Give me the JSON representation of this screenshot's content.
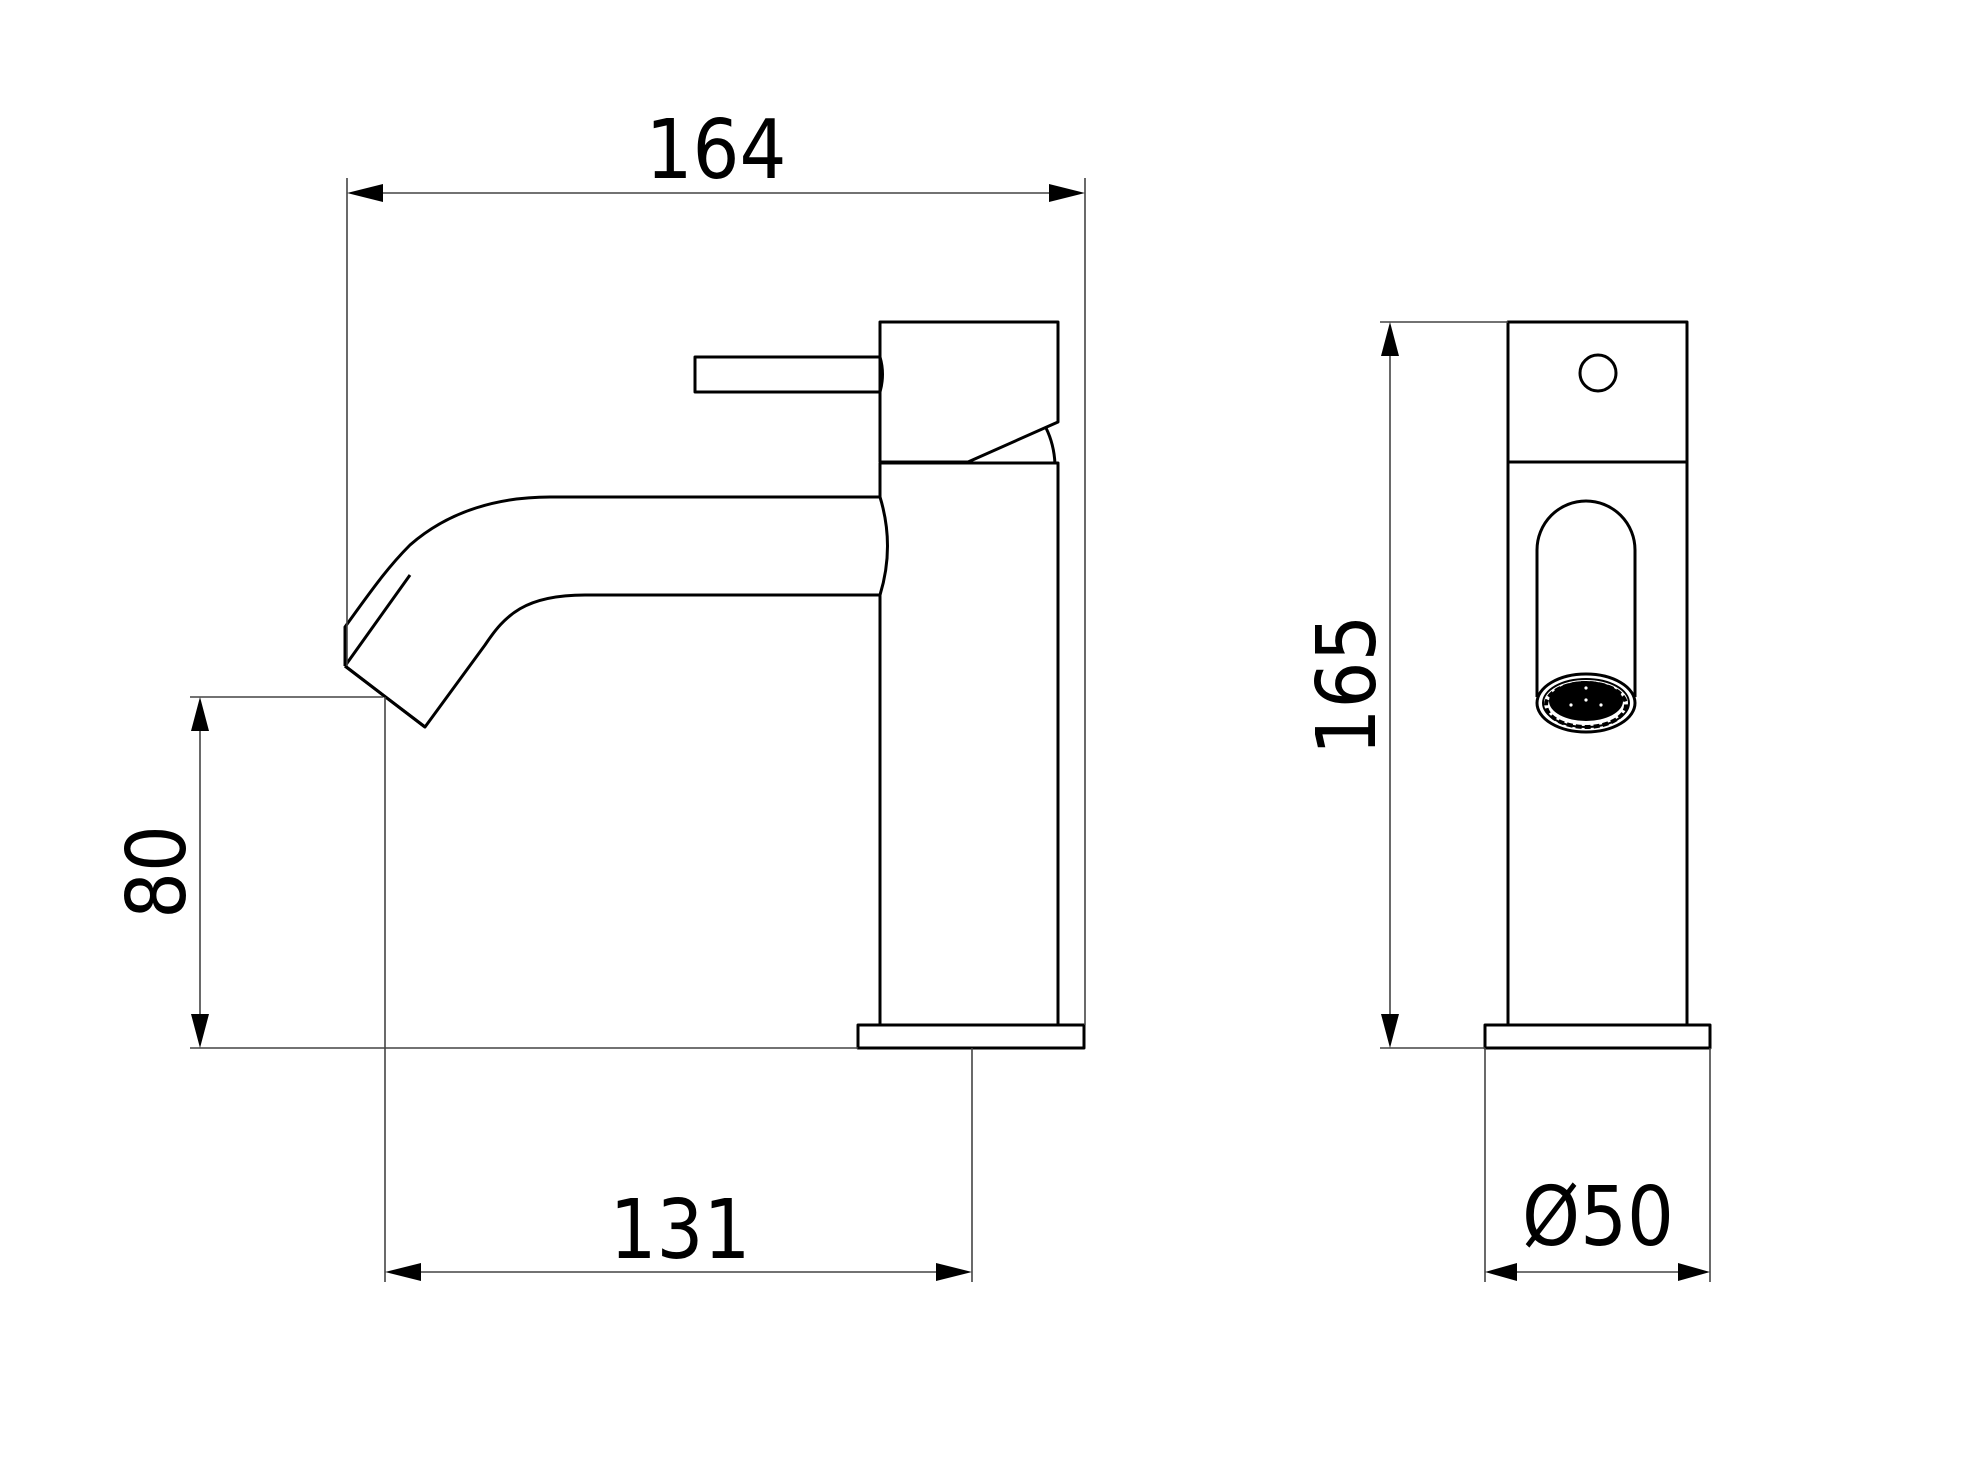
{
  "drawing": {
    "title": "Basin mixer tap dimensional drawing",
    "units": "mm",
    "colors": {
      "line": "#000000",
      "dimension_line": "#444444",
      "background": "#ffffff"
    }
  },
  "dimensions": {
    "overall_width": {
      "label": "164",
      "value": 164,
      "orientation": "horizontal",
      "view": "front"
    },
    "spout_height": {
      "label": "80",
      "value": 80,
      "orientation": "vertical",
      "view": "front"
    },
    "spout_reach": {
      "label": "131",
      "value": 131,
      "orientation": "horizontal",
      "view": "front"
    },
    "overall_height": {
      "label": "165",
      "value": 165,
      "orientation": "vertical",
      "view": "side"
    },
    "base_diameter": {
      "label": "Ø50",
      "value": 50,
      "orientation": "horizontal",
      "view": "side"
    }
  },
  "views": [
    {
      "name": "front-view",
      "parts": [
        "lever-handle",
        "handle-cap",
        "spout",
        "body",
        "base-plate"
      ]
    },
    {
      "name": "side-view",
      "parts": [
        "handle-cap",
        "lever-hole",
        "body",
        "spout-slot",
        "aerator",
        "base-plate"
      ]
    }
  ]
}
